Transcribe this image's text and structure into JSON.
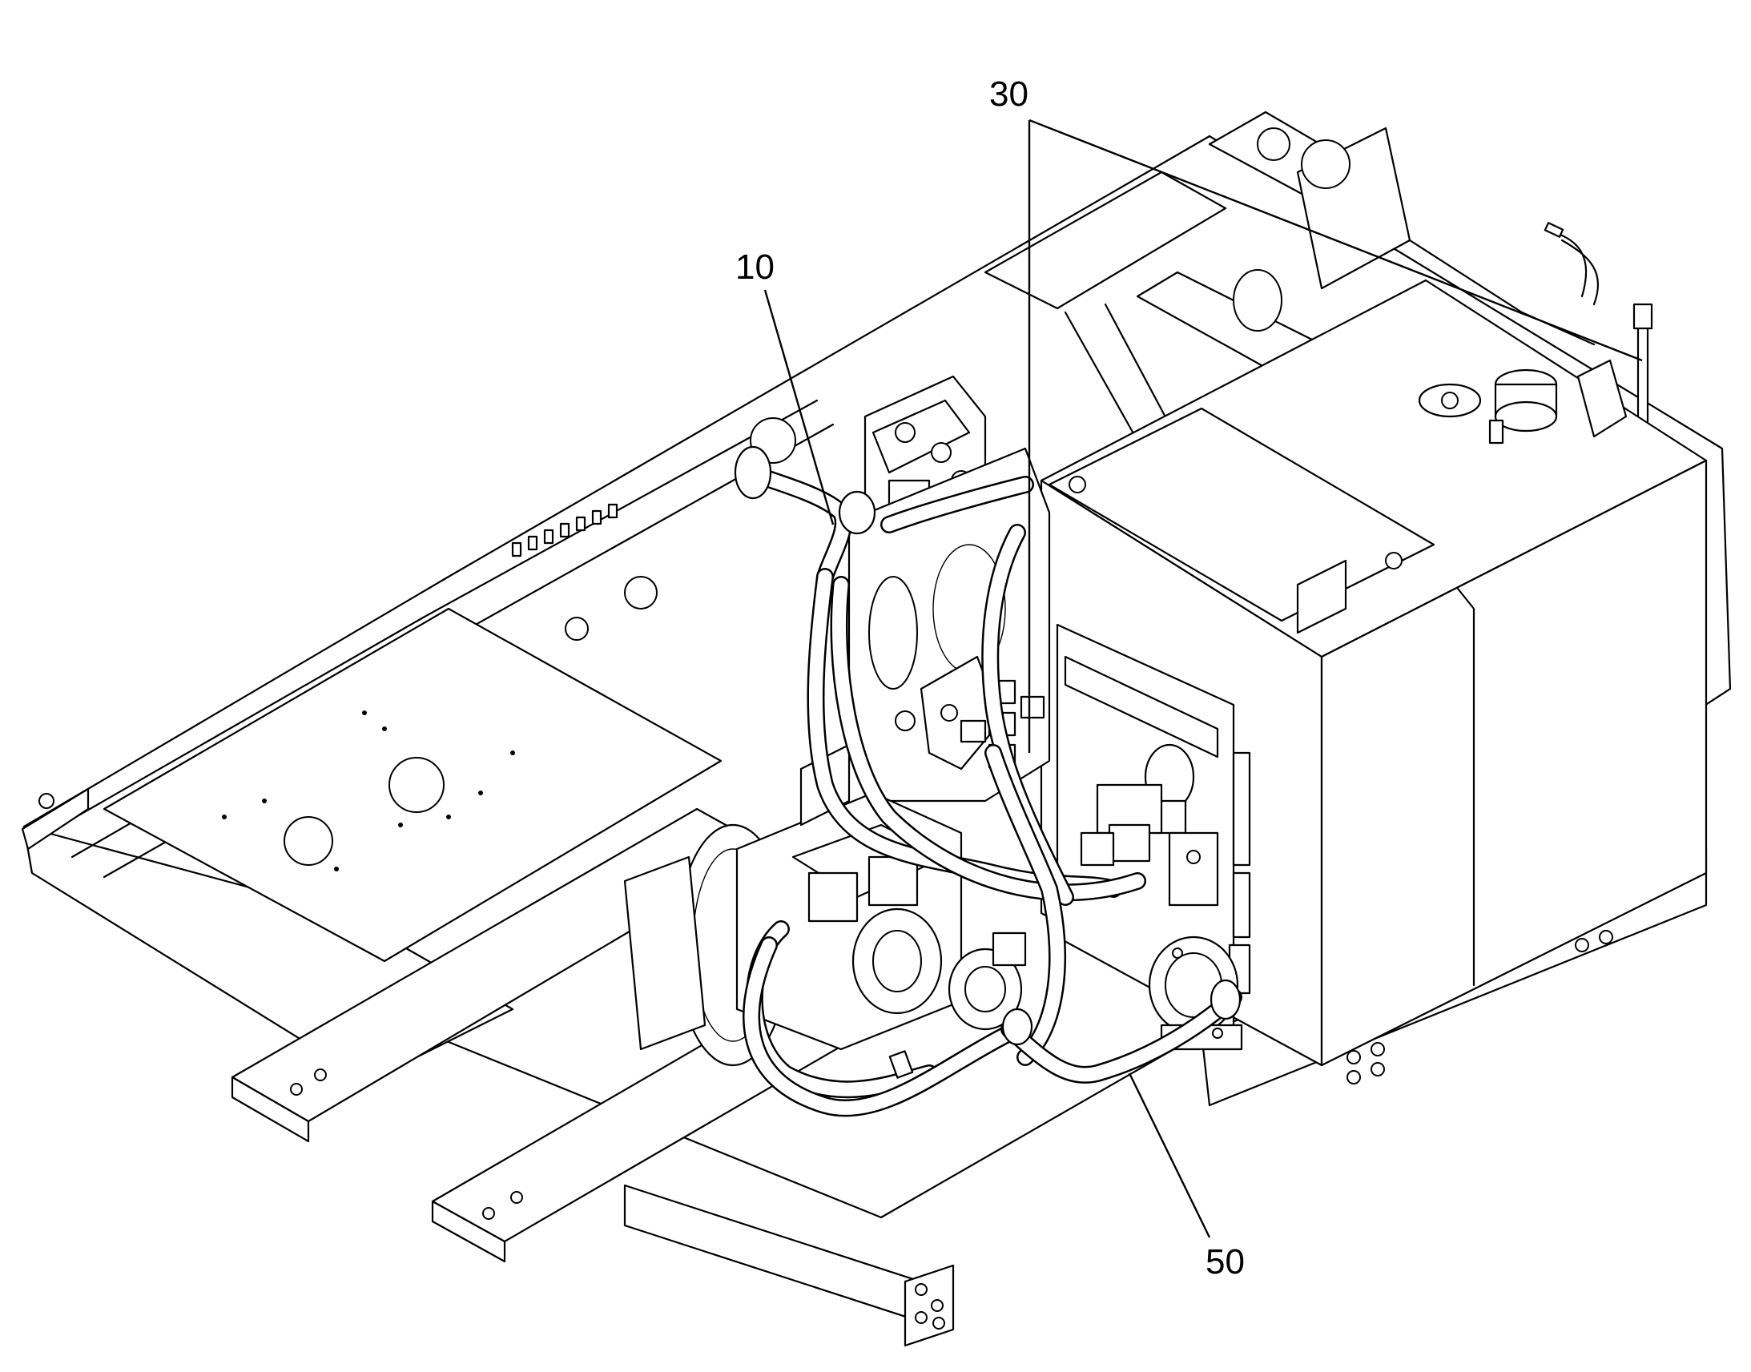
{
  "callouts": [
    {
      "id": "10",
      "label": "10"
    },
    {
      "id": "30",
      "label": "30"
    },
    {
      "id": "50",
      "label": "50"
    }
  ]
}
